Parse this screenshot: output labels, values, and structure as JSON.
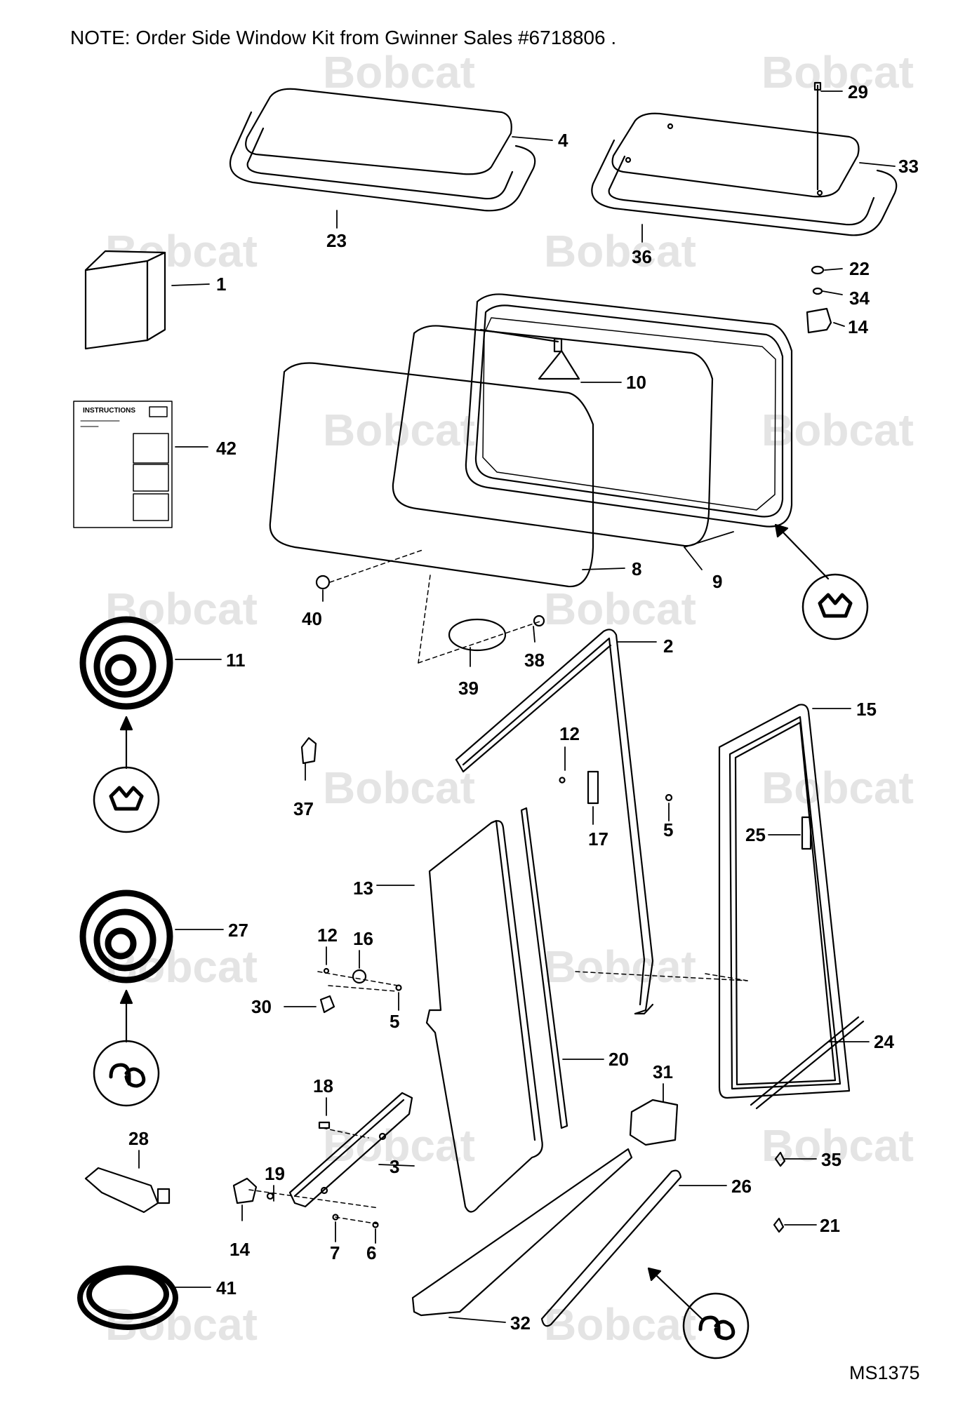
{
  "note": "NOTE:  Order Side Window Kit from Gwinner Sales #6718806 .",
  "figure_id": "MS1375",
  "watermark": "Bobcat",
  "instructions_title": "INSTRUCTIONS",
  "callouts": [
    "1",
    "2",
    "3",
    "4",
    "5",
    "5",
    "6",
    "7",
    "8",
    "9",
    "10",
    "11",
    "12",
    "12",
    "13",
    "14",
    "14",
    "15",
    "16",
    "17",
    "18",
    "19",
    "20",
    "21",
    "22",
    "23",
    "24",
    "25",
    "26",
    "27",
    "28",
    "29",
    "30",
    "31",
    "32",
    "33",
    "34",
    "35",
    "36",
    "37",
    "38",
    "39",
    "40",
    "41",
    "42"
  ]
}
